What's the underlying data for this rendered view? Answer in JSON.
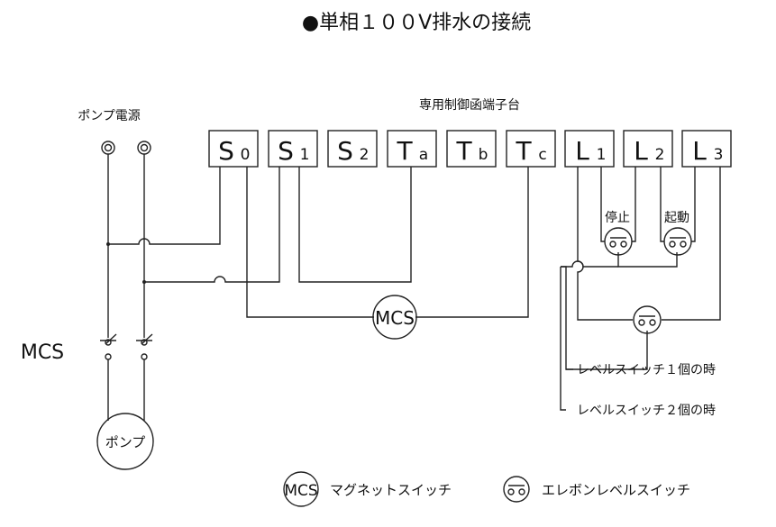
{
  "title": "●単相１００V排水の接続",
  "power_label": "ポンプ電源",
  "terminal_block_label": "専用制御函端子台",
  "terminals": [
    {
      "main": "S",
      "sub": "0"
    },
    {
      "main": "S",
      "sub": "1"
    },
    {
      "main": "S",
      "sub": "2"
    },
    {
      "main": "T",
      "sub": "a"
    },
    {
      "main": "T",
      "sub": "b"
    },
    {
      "main": "T",
      "sub": "c"
    },
    {
      "main": "L",
      "sub": "1"
    },
    {
      "main": "L",
      "sub": "2"
    },
    {
      "main": "L",
      "sub": "3"
    }
  ],
  "stop_label": "停止",
  "start_label": "起動",
  "mcs_coil_label": "MCS",
  "mcs_contact_label": "MCS",
  "pump_label": "ポンプ",
  "note_one_switch": "レベルスイッチ１個の時",
  "note_two_switch": "レベルスイッチ２個の時",
  "legend": {
    "mcs_symbol": "MCS",
    "mcs_text": "マグネットスイッチ",
    "level_text": "エレボンレベルスイッチ"
  }
}
